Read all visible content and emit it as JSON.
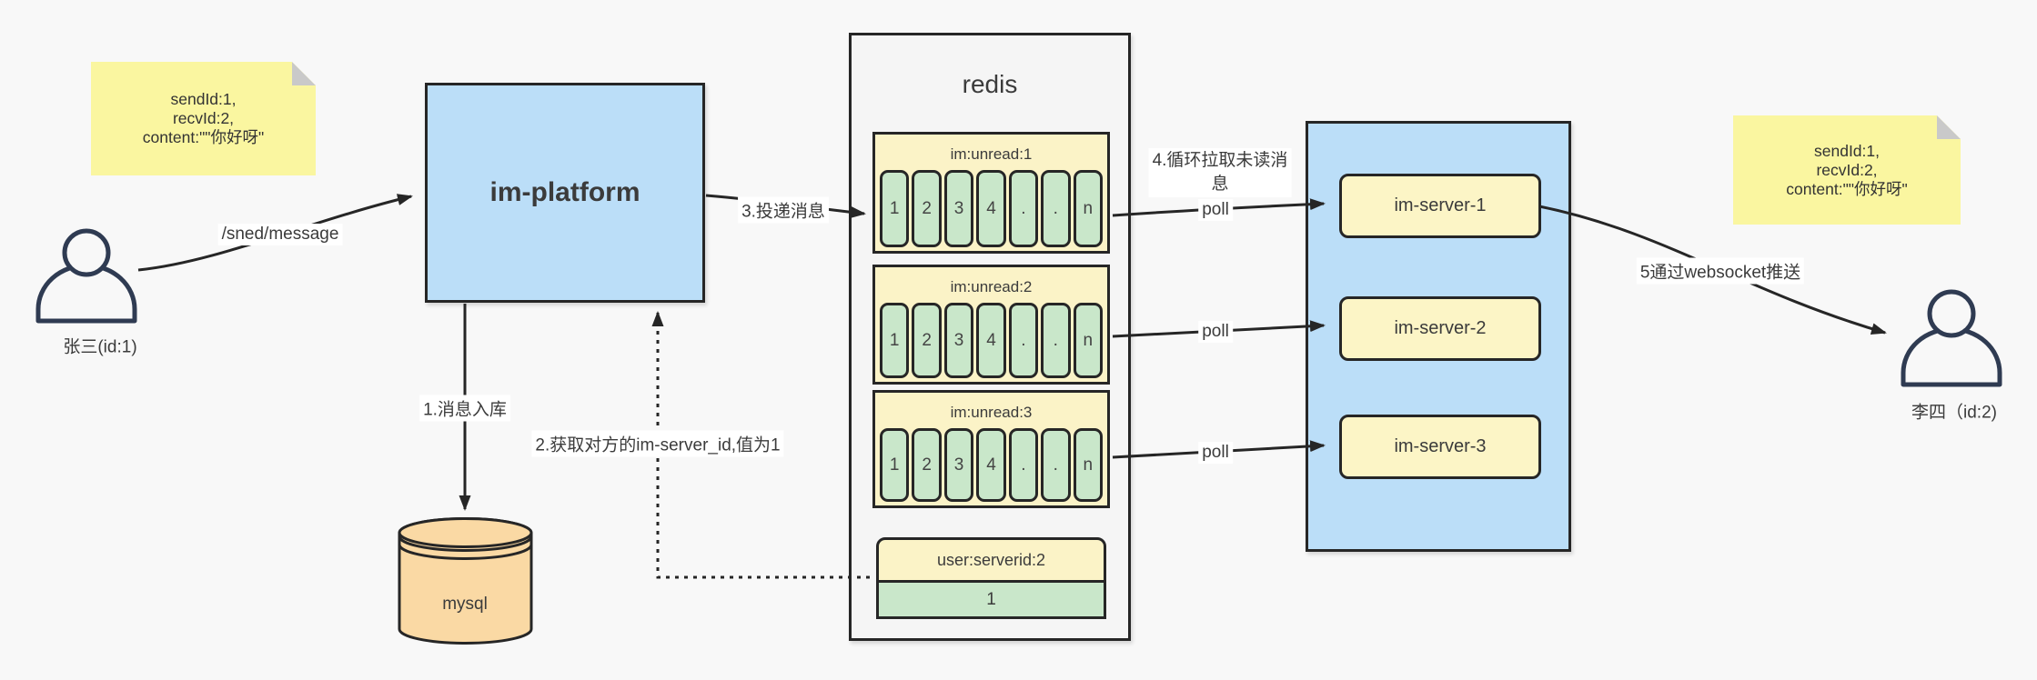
{
  "actors": {
    "sender": {
      "label": "张三(id:1)"
    },
    "receiver": {
      "label": "李四（id:2)"
    }
  },
  "notes": {
    "left": {
      "lines": [
        "sendId:1,",
        "recvId:2,",
        "content:\"\"你好呀\""
      ]
    },
    "right": {
      "lines": [
        "sendId:1,",
        "recvId:2,",
        "content:\"\"你好呀\""
      ]
    }
  },
  "platform": {
    "label": "im-platform"
  },
  "database": {
    "label": "mysql"
  },
  "redis": {
    "title": "redis",
    "queues": [
      {
        "title": "im:unread:1",
        "cells": [
          "1",
          "2",
          "3",
          "4",
          ".",
          ".",
          "n"
        ]
      },
      {
        "title": "im:unread:2",
        "cells": [
          "1",
          "2",
          "3",
          "4",
          ".",
          ".",
          "n"
        ]
      },
      {
        "title": "im:unread:3",
        "cells": [
          "1",
          "2",
          "3",
          "4",
          ".",
          ".",
          "n"
        ]
      }
    ],
    "kv": {
      "title": "user:serverid:2",
      "value": "1"
    }
  },
  "servers": [
    {
      "label": "im-server-1"
    },
    {
      "label": "im-server-2"
    },
    {
      "label": "im-server-3"
    }
  ],
  "edges": {
    "send": {
      "label": "/sned/message"
    },
    "step1": {
      "label": "1.消息入库"
    },
    "step2": {
      "label": "2.获取对方的im-server_id,值为1"
    },
    "step3": {
      "label": "3.投递消息"
    },
    "step4": {
      "line1": "4.循环拉取未读消",
      "line2": "息"
    },
    "poll": {
      "label": "poll"
    },
    "step5": {
      "label": "5通过websocket推送"
    }
  },
  "colors": {
    "canvas_bg": "#f8f8f8",
    "sticky_yellow": "#faf6a0",
    "cream_yellow": "#fcf5c6",
    "cell_green": "#c9e7ca",
    "node_blue": "#bbdef8",
    "mysql_orange": "#fad9a4",
    "panel_gray": "#f5f5f5",
    "border_dark": "#262626",
    "person_stroke": "#2f3b52"
  }
}
